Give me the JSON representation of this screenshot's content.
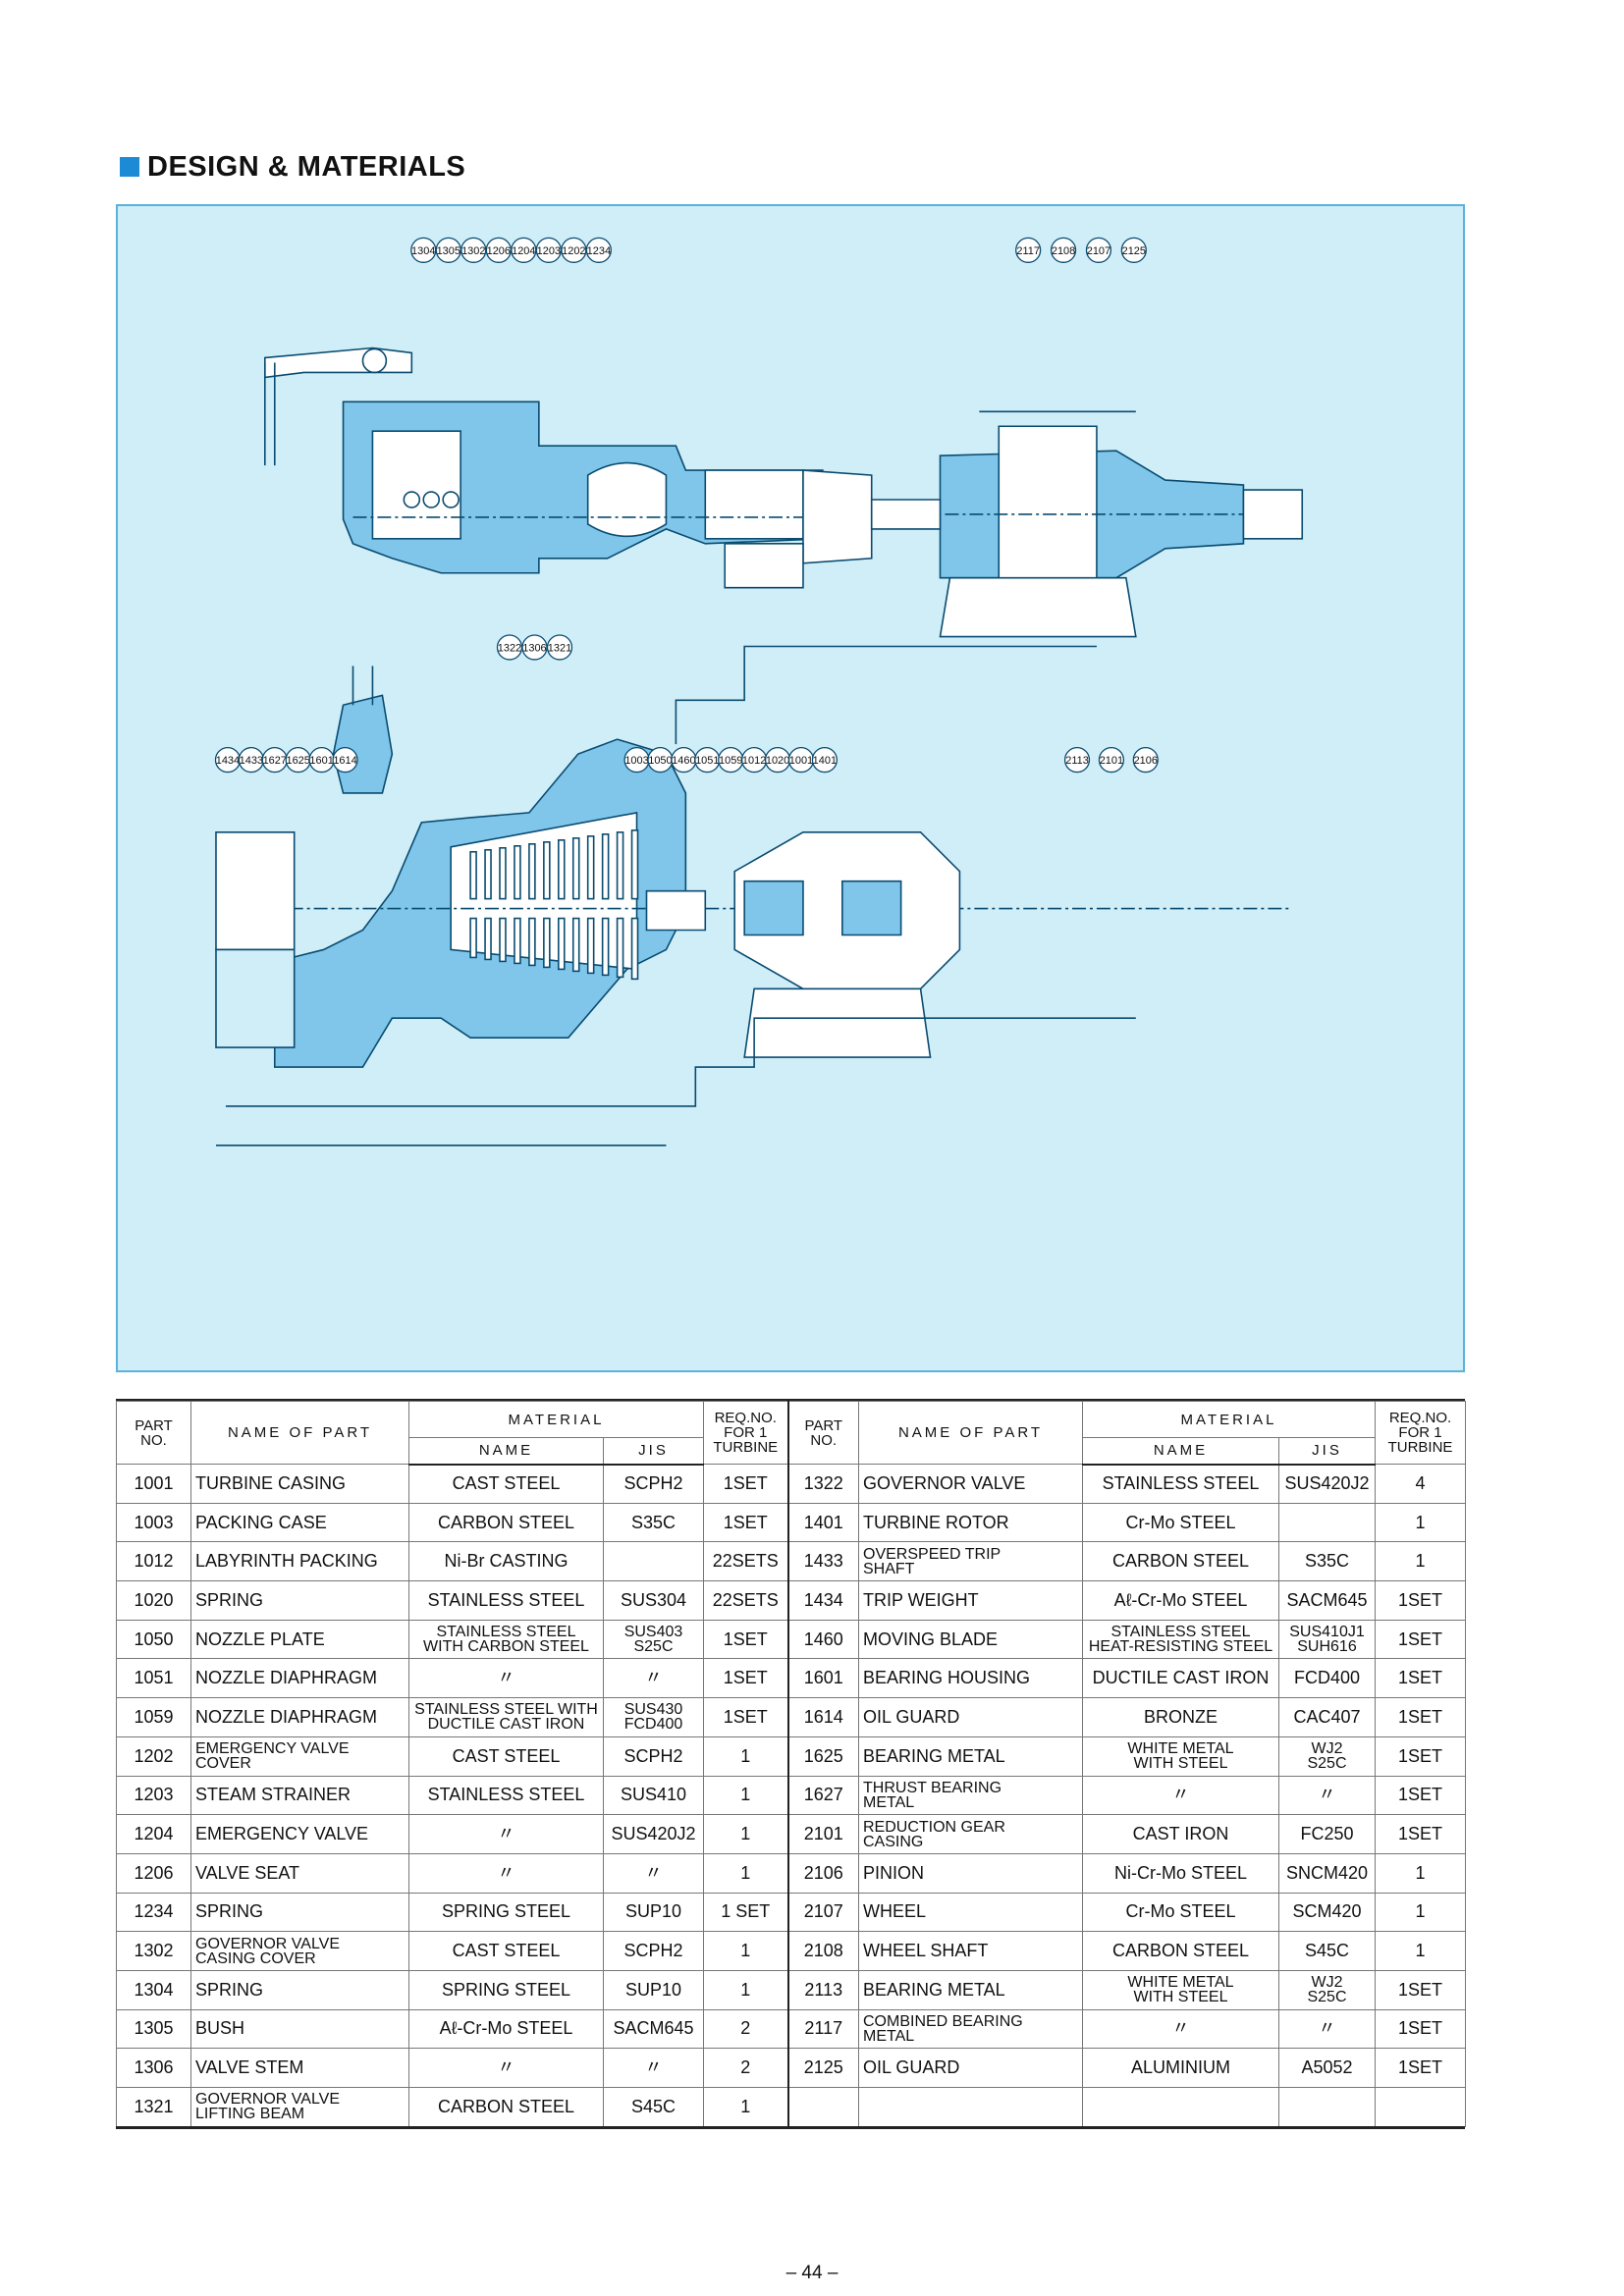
{
  "section_title": "DESIGN & MATERIALS",
  "callouts": {
    "top_left": [
      "1304",
      "1305",
      "1302",
      "1206",
      "1204",
      "1203",
      "1202",
      "1234"
    ],
    "top_right": [
      "2117",
      "2108",
      "2107",
      "2125"
    ],
    "mid_left": [
      "1322",
      "1306",
      "1321"
    ],
    "bottom_left": [
      "1434",
      "1433",
      "1627",
      "1625",
      "1601",
      "1614"
    ],
    "bottom_mid": [
      "1003",
      "1050",
      "1460",
      "1051",
      "1059",
      "1012",
      "1020",
      "1001",
      "1401"
    ],
    "bottom_right": [
      "2113",
      "2101",
      "2106"
    ]
  },
  "table": {
    "headers": {
      "part_no": "PART\nNO.",
      "name_of_part": "NAME OF PART",
      "material": "MATERIAL",
      "name": "NAME",
      "jis": "JIS",
      "req_no": "REQ.NO.\nFOR 1\nTURBINE"
    },
    "left": [
      {
        "no": "1001",
        "part": "TURBINE CASING",
        "material": "CAST STEEL",
        "jis": "SCPH2",
        "req": "1SET"
      },
      {
        "no": "1003",
        "part": "PACKING CASE",
        "material": "CARBON STEEL",
        "jis": "S35C",
        "req": "1SET"
      },
      {
        "no": "1012",
        "part": "LABYRINTH PACKING",
        "material": "Ni-Br CASTING",
        "jis": "",
        "req": "22SETS"
      },
      {
        "no": "1020",
        "part": "SPRING",
        "material": "STAINLESS STEEL",
        "jis": "SUS304",
        "req": "22SETS"
      },
      {
        "no": "1050",
        "part": "NOZZLE PLATE",
        "material": "STAINLESS STEEL\nWITH CARBON STEEL",
        "jis": "SUS403\nS25C",
        "req": "1SET"
      },
      {
        "no": "1051",
        "part": "NOZZLE DIAPHRAGM",
        "material": "〃",
        "jis": "〃",
        "req": "1SET"
      },
      {
        "no": "1059",
        "part": "NOZZLE DIAPHRAGM",
        "material": "STAINLESS STEEL WITH\nDUCTILE CAST IRON",
        "jis": "SUS430\nFCD400",
        "req": "1SET"
      },
      {
        "no": "1202",
        "part": "EMERGENCY VALVE\nCOVER",
        "material": "CAST STEEL",
        "jis": "SCPH2",
        "req": "1"
      },
      {
        "no": "1203",
        "part": "STEAM STRAINER",
        "material": "STAINLESS STEEL",
        "jis": "SUS410",
        "req": "1"
      },
      {
        "no": "1204",
        "part": "EMERGENCY VALVE",
        "material": "〃",
        "jis": "SUS420J2",
        "req": "1"
      },
      {
        "no": "1206",
        "part": "VALVE SEAT",
        "material": "〃",
        "jis": "〃",
        "req": "1"
      },
      {
        "no": "1234",
        "part": "SPRING",
        "material": "SPRING STEEL",
        "jis": "SUP10",
        "req": "1 SET"
      },
      {
        "no": "1302",
        "part": "GOVERNOR VALVE\nCASING COVER",
        "material": "CAST STEEL",
        "jis": "SCPH2",
        "req": "1"
      },
      {
        "no": "1304",
        "part": "SPRING",
        "material": "SPRING STEEL",
        "jis": "SUP10",
        "req": "1"
      },
      {
        "no": "1305",
        "part": "BUSH",
        "material": "Aℓ-Cr-Mo STEEL",
        "jis": "SACM645",
        "req": "2"
      },
      {
        "no": "1306",
        "part": "VALVE STEM",
        "material": "〃",
        "jis": "〃",
        "req": "2"
      },
      {
        "no": "1321",
        "part": "GOVERNOR VALVE\nLIFTING BEAM",
        "material": "CARBON STEEL",
        "jis": "S45C",
        "req": "1"
      }
    ],
    "right": [
      {
        "no": "1322",
        "part": "GOVERNOR VALVE",
        "material": "STAINLESS STEEL",
        "jis": "SUS420J2",
        "req": "4"
      },
      {
        "no": "1401",
        "part": "TURBINE ROTOR",
        "material": "Cr-Mo STEEL",
        "jis": "",
        "req": "1"
      },
      {
        "no": "1433",
        "part": "OVERSPEED TRIP\nSHAFT",
        "material": "CARBON STEEL",
        "jis": "S35C",
        "req": "1"
      },
      {
        "no": "1434",
        "part": "TRIP WEIGHT",
        "material": "Aℓ-Cr-Mo STEEL",
        "jis": "SACM645",
        "req": "1SET"
      },
      {
        "no": "1460",
        "part": "MOVING BLADE",
        "material": "STAINLESS STEEL\nHEAT-RESISTING STEEL",
        "jis": "SUS410J1\nSUH616",
        "req": "1SET"
      },
      {
        "no": "1601",
        "part": "BEARING HOUSING",
        "material": "DUCTILE CAST IRON",
        "jis": "FCD400",
        "req": "1SET"
      },
      {
        "no": "1614",
        "part": "OIL GUARD",
        "material": "BRONZE",
        "jis": "CAC407",
        "req": "1SET"
      },
      {
        "no": "1625",
        "part": "BEARING METAL",
        "material": "WHITE METAL\nWITH STEEL",
        "jis": "WJ2\nS25C",
        "req": "1SET"
      },
      {
        "no": "1627",
        "part": "THRUST BEARING\nMETAL",
        "material": "〃",
        "jis": "〃",
        "req": "1SET"
      },
      {
        "no": "2101",
        "part": "REDUCTION GEAR\nCASING",
        "material": "CAST IRON",
        "jis": "FC250",
        "req": "1SET"
      },
      {
        "no": "2106",
        "part": "PINION",
        "material": "Ni-Cr-Mo STEEL",
        "jis": "SNCM420",
        "req": "1"
      },
      {
        "no": "2107",
        "part": "WHEEL",
        "material": "Cr-Mo STEEL",
        "jis": "SCM420",
        "req": "1"
      },
      {
        "no": "2108",
        "part": "WHEEL SHAFT",
        "material": "CARBON STEEL",
        "jis": "S45C",
        "req": "1"
      },
      {
        "no": "2113",
        "part": "BEARING METAL",
        "material": "WHITE METAL\nWITH STEEL",
        "jis": "WJ2\nS25C",
        "req": "1SET"
      },
      {
        "no": "2117",
        "part": "COMBINED BEARING\nMETAL",
        "material": "〃",
        "jis": "〃",
        "req": "1SET"
      },
      {
        "no": "2125",
        "part": "OIL GUARD",
        "material": "ALUMINIUM",
        "jis": "A5052",
        "req": "1SET"
      },
      {
        "no": "",
        "part": "",
        "material": "",
        "jis": "",
        "req": ""
      }
    ]
  },
  "page_number": "– 44 –",
  "colors": {
    "accent": "#1d8ad6",
    "drawing_bg": "#cfeef8",
    "casing": "#7fc6ea",
    "line": "#0a4b70"
  }
}
